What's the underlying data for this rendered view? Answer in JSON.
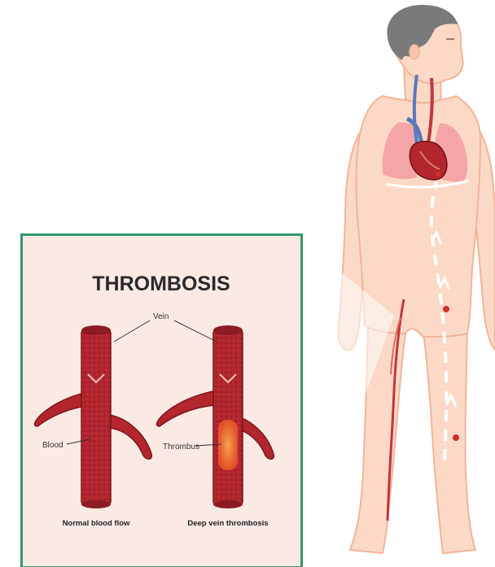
{
  "title": "THROMBOSIS",
  "labels": {
    "vein": "Vein",
    "blood": "Blood",
    "thrombus": "Thrombus"
  },
  "captions": {
    "normal": "Normal blood flow",
    "dvt": "Deep vein thrombosis"
  },
  "colors": {
    "frame": "#2e9a6c",
    "panel_bg": "#fbe9e4",
    "skin": "#fbd9c6",
    "skin_outline": "#f2b49a",
    "hair": "#7a7a7a",
    "lungs": "#f5a5a8",
    "vein_dark": "#8c1c24",
    "vein_mid": "#b3262e",
    "thrombus": "#f0703a",
    "artery_blue": "#5a79b8"
  },
  "icons": [
    "human-body-figure",
    "heart-lungs-illustration",
    "healthy-vein-illustration",
    "clotted-vein-illustration"
  ]
}
